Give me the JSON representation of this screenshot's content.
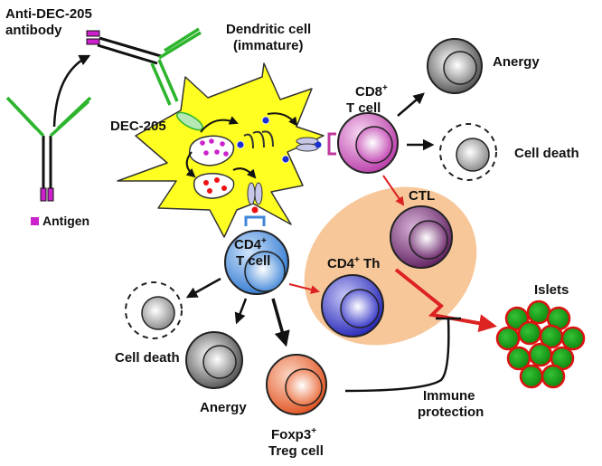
{
  "labels": {
    "anti_dec_line1": "Anti-DEC-205",
    "anti_dec_line2": "antibody",
    "antigen": "Antigen",
    "dendritic_line1": "Dendritic cell",
    "dendritic_line2": "(immature)",
    "dec205": "DEC-205",
    "cd8_base": "CD8",
    "cd8_sup": "+",
    "cd8_line2": "T cell",
    "anergy_top": "Anergy",
    "cell_death_right": "Cell death",
    "ctl": "CTL",
    "cd4th_base": "CD4",
    "cd4th_sup": "+",
    "cd4th_suffix": " Th",
    "cd4_base": "CD4",
    "cd4_sup": "+",
    "cd4_line2": "T cell",
    "islets": "Islets",
    "cell_death_left": "Cell death",
    "anergy_bottom": "Anergy",
    "immune_line1": "Immune",
    "immune_line2": "protection",
    "foxp3_base": "Foxp3",
    "foxp3_sup": "+",
    "foxp3_line2": "Treg cell"
  },
  "colors": {
    "antibody_green": "#2db52d",
    "antigen_purple": "#cc22cc",
    "dendritic_yellow": "#ffff22",
    "cd8_pink": "#d85cc8",
    "ctl_purple": "#7a2e7a",
    "cd4_blue": "#4f98e6",
    "th_blue": "#3b3bd8",
    "treg_orange": "#ef6a3a",
    "effector_zone": "#f7c79a",
    "islet_green": "#18a318",
    "islet_red": "#dd1111",
    "arrow_red": "#dd2222"
  }
}
